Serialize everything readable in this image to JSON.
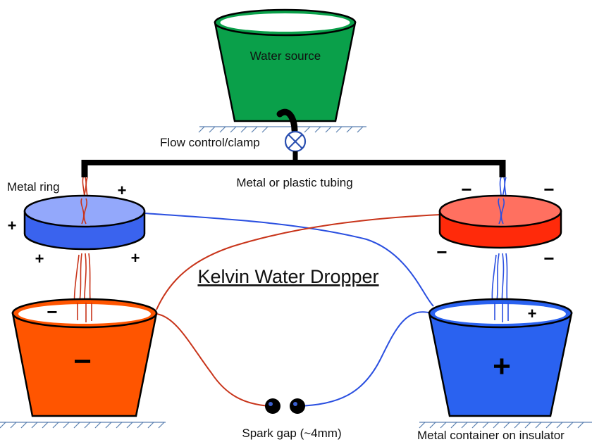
{
  "title": "Kelvin Water Dropper",
  "labels": {
    "water_source": "Water source",
    "flow_control": "Flow control/clamp",
    "metal_ring": "Metal ring",
    "tubing": "Metal or plastic tubing",
    "spark_gap": "Spark gap (~4mm)",
    "container": "Metal container on insulator"
  },
  "signs": {
    "plus": "+",
    "minus": "−"
  },
  "colors": {
    "water_source": "#0aa04a",
    "left_ring": "#5a7bff",
    "right_ring": "#ff2a0a",
    "left_bucket": "#ff5500",
    "right_bucket": "#2a62f0",
    "red_wire": "#c8341a",
    "blue_wire": "#2a4fe0"
  }
}
